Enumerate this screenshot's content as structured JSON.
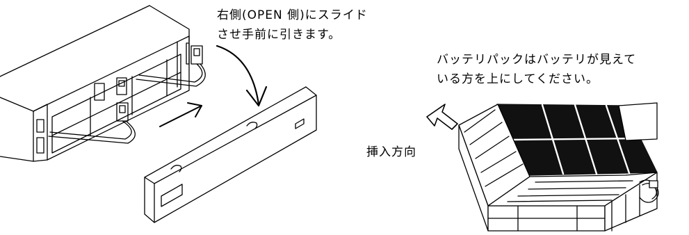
{
  "captions": {
    "slide_instruction": [
      "右側(OPEN 側)にスライド",
      "させ手前に引きます。"
    ],
    "battery_orientation": [
      "バッテリパックはバッテリが見えて",
      "いる方を上にしてください。"
    ],
    "insert_direction": "挿入方向"
  },
  "icons": {
    "curved_arrow": "curved-arrow-icon",
    "straight_arrow": "straight-arrow-icon",
    "hollow_arrow": "hollow-arrow-icon"
  },
  "colors": {
    "line": "#000000",
    "background": "#ffffff",
    "cell": "#111111"
  }
}
